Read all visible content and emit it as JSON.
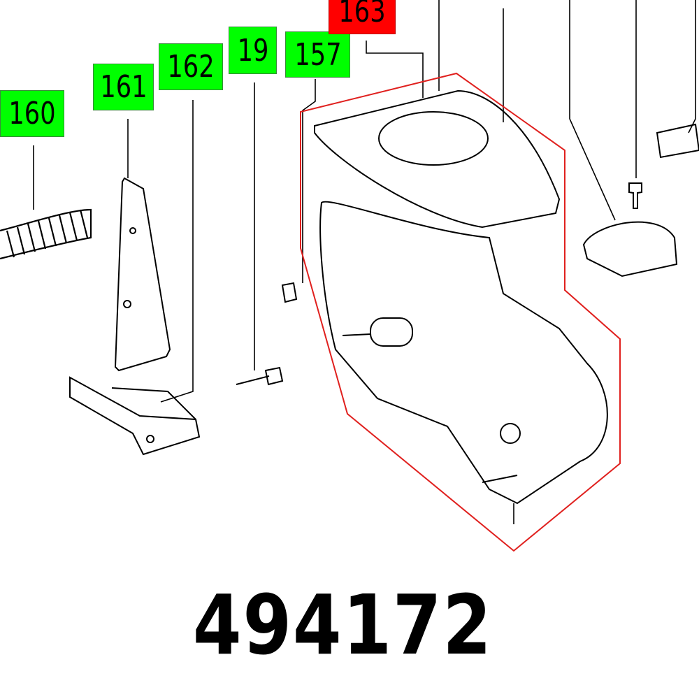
{
  "labels": [
    {
      "id": "160",
      "highlight": "green"
    },
    {
      "id": "161",
      "highlight": "green"
    },
    {
      "id": "162",
      "highlight": "green"
    },
    {
      "id": "19",
      "highlight": "green"
    },
    {
      "id": "157",
      "highlight": "green"
    },
    {
      "id": "163",
      "highlight": "red"
    }
  ],
  "part_number": "494172",
  "colors": {
    "green": "#00ff00",
    "red": "#ff0000",
    "outline": "#e0201e"
  }
}
